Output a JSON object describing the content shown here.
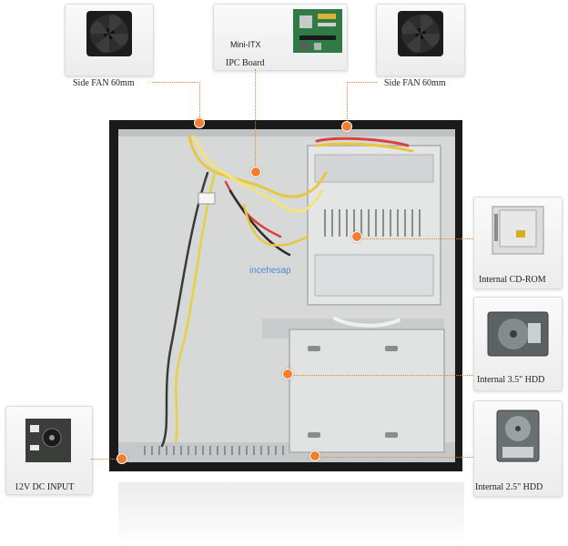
{
  "labels": {
    "side_fan_left": "Side FAN 60mm",
    "board_line1": "Mini-ITX",
    "board_line2": "IPC Board",
    "side_fan_right": "Side FAN 60mm",
    "cd_rom": "Internal CD-ROM",
    "hdd_35": "Internal 3.5\" HDD",
    "dc_input": "12V DC INPUT",
    "hdd_25": "Internal 2.5\" HDD"
  },
  "watermark": "incehesap",
  "colors": {
    "accent": "#f08030",
    "case_interior": "#d7d9d9",
    "case_frame": "#1a1a1a",
    "cage": "#e4e6e6"
  }
}
